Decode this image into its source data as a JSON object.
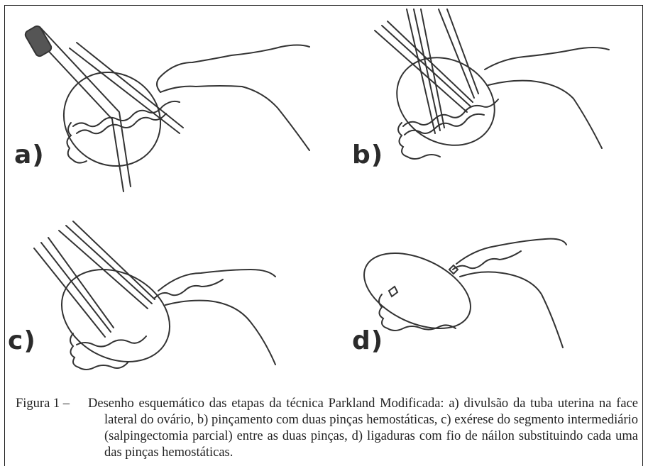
{
  "panels": [
    {
      "label": "a)"
    },
    {
      "label": "b)"
    },
    {
      "label": "c)"
    },
    {
      "label": "d)"
    }
  ],
  "caption": {
    "prefix": "Figura 1 –",
    "text": "Desenho esquemático das etapas da técnica Parkland Modificada: a) divulsão da tuba uterina na face lateral do ovário, b) pinçamento com duas pinças hemostáticas, c) exérese do segmento intermediário (salpingectomia parcial) entre as duas pinças, d) ligaduras com fio de náilon substituindo cada uma das pinças hemostáticas."
  }
}
